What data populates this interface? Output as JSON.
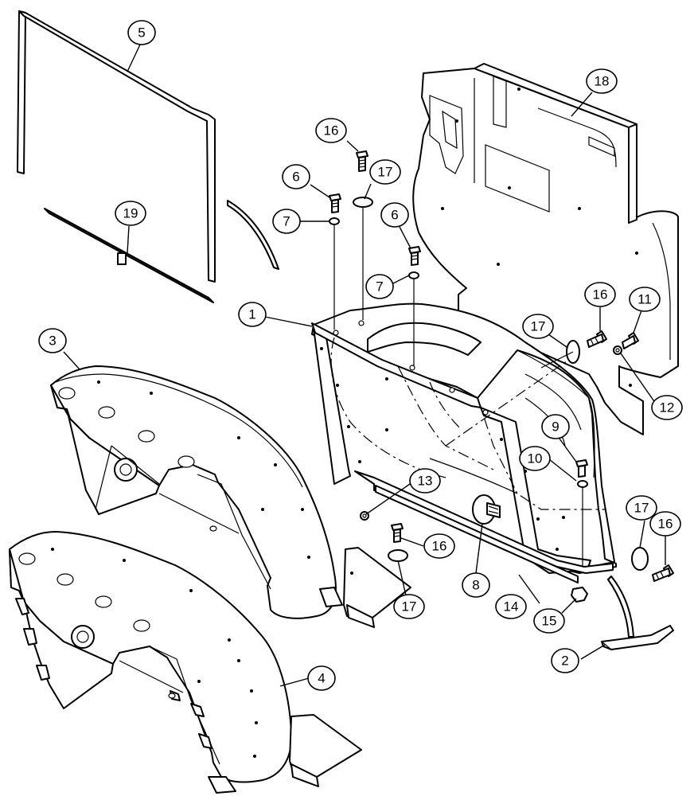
{
  "callouts": [
    {
      "id": "c1",
      "label": "1"
    },
    {
      "id": "c2",
      "label": "2"
    },
    {
      "id": "c3",
      "label": "3"
    },
    {
      "id": "c4",
      "label": "4"
    },
    {
      "id": "c5",
      "label": "5"
    },
    {
      "id": "c6a",
      "label": "6"
    },
    {
      "id": "c6b",
      "label": "6"
    },
    {
      "id": "c7a",
      "label": "7"
    },
    {
      "id": "c7b",
      "label": "7"
    },
    {
      "id": "c8",
      "label": "8"
    },
    {
      "id": "c9",
      "label": "9"
    },
    {
      "id": "c10",
      "label": "10"
    },
    {
      "id": "c11",
      "label": "11"
    },
    {
      "id": "c12",
      "label": "12"
    },
    {
      "id": "c13",
      "label": "13"
    },
    {
      "id": "c14",
      "label": "14"
    },
    {
      "id": "c15",
      "label": "15"
    },
    {
      "id": "c16a",
      "label": "16"
    },
    {
      "id": "c16b",
      "label": "16"
    },
    {
      "id": "c16c",
      "label": "16"
    },
    {
      "id": "c16d",
      "label": "16"
    },
    {
      "id": "c17a",
      "label": "17"
    },
    {
      "id": "c17b",
      "label": "17"
    },
    {
      "id": "c17c",
      "label": "17"
    },
    {
      "id": "c17d",
      "label": "17"
    },
    {
      "id": "c18",
      "label": "18"
    },
    {
      "id": "c19",
      "label": "19"
    }
  ],
  "colors": {
    "line": "#000000",
    "background": "#ffffff"
  }
}
